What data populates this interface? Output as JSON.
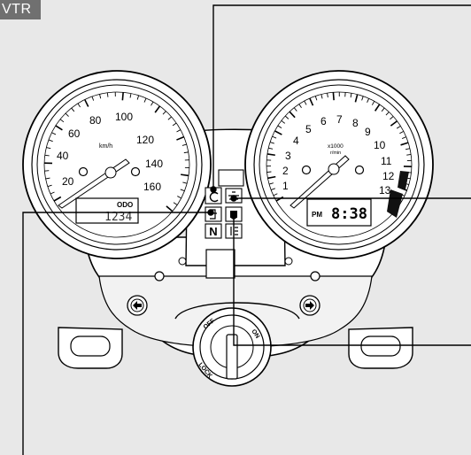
{
  "model_label": "VTR",
  "speedometer": {
    "ticks": [
      "20",
      "40",
      "60",
      "80",
      "100",
      "120",
      "140",
      "160"
    ],
    "unit": "km/h",
    "odo_label": "ODO",
    "odo_value": "1234"
  },
  "tachometer": {
    "ticks": [
      "1",
      "2",
      "3",
      "4",
      "5",
      "6",
      "7",
      "8",
      "9",
      "10",
      "11",
      "12",
      "13"
    ],
    "multiplier": "x1000",
    "unit": "r/min",
    "clock_ampm": "PM",
    "clock_time": "8:38"
  },
  "indicators": {
    "neutral": "N"
  },
  "ignition": {
    "positions": [
      "OFF",
      "LOCK",
      "ON"
    ]
  },
  "colors": {
    "background": "#e8e8e8",
    "line": "#000000",
    "badge": "#707070",
    "redline": "#111111"
  }
}
